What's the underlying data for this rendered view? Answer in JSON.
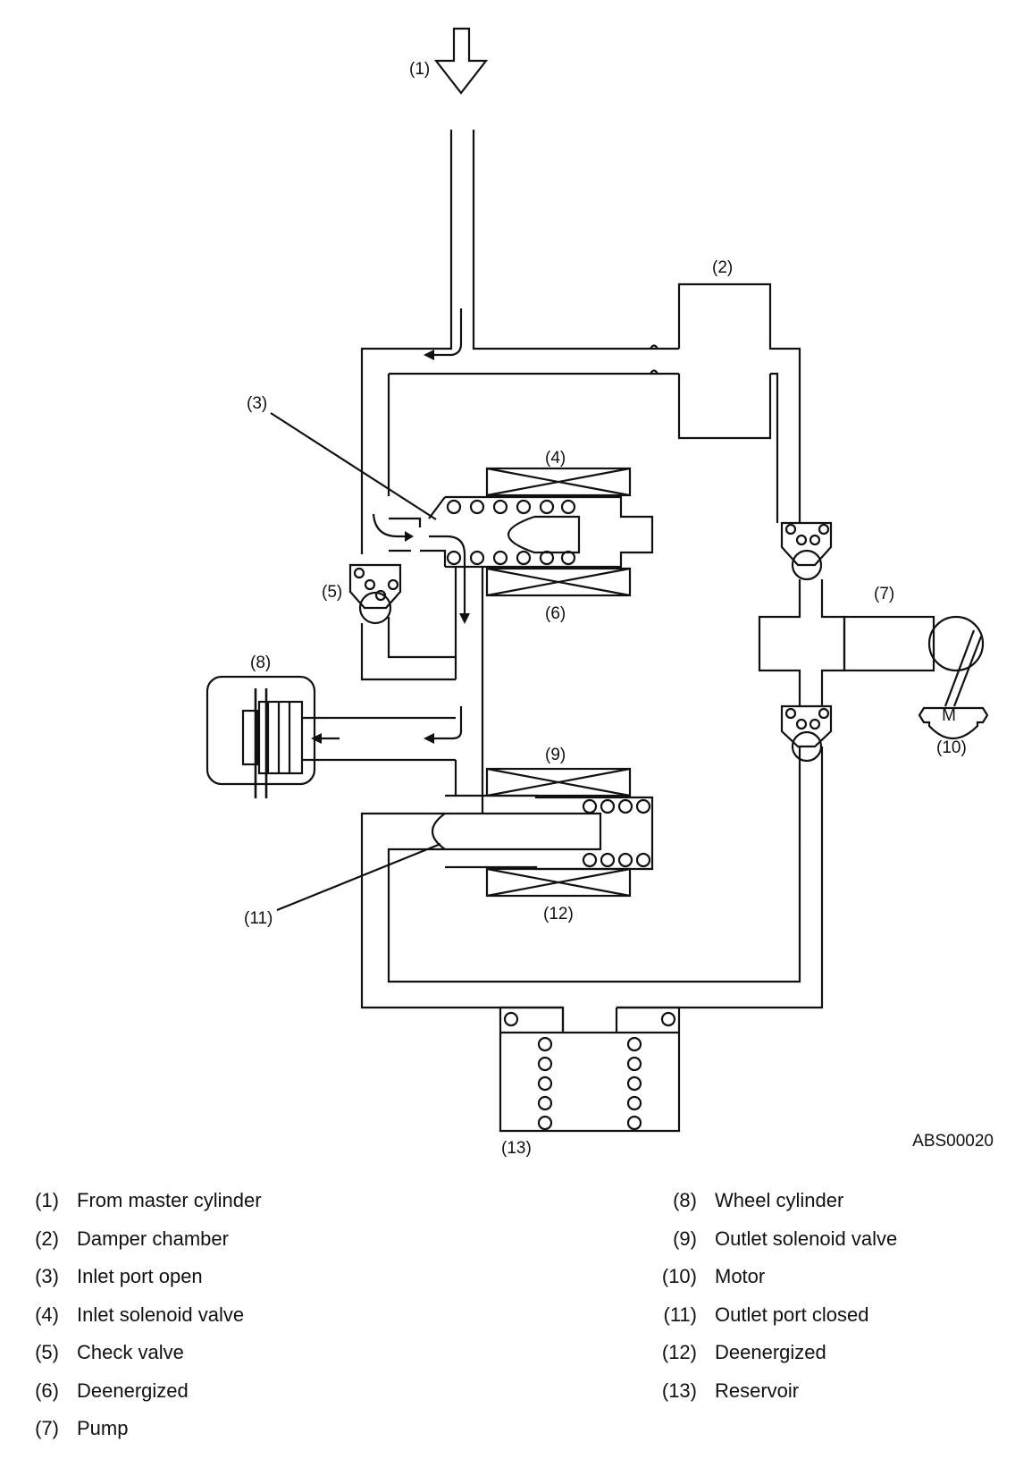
{
  "diagram": {
    "code": "ABS00020",
    "labels": {
      "l1": "(1)",
      "l2": "(2)",
      "l3": "(3)",
      "l4": "(4)",
      "l5": "(5)",
      "l6": "(6)",
      "l7": "(7)",
      "l8": "(8)",
      "l9": "(9)",
      "l10": "(10)",
      "l11": "(11)",
      "l12": "(12)",
      "l13": "(13)"
    },
    "motor_symbol": "M"
  },
  "legend": {
    "left": [
      {
        "num": "(1)",
        "text": "From master cylinder"
      },
      {
        "num": "(2)",
        "text": "Damper chamber"
      },
      {
        "num": "(3)",
        "text": "Inlet port open"
      },
      {
        "num": "(4)",
        "text": "Inlet solenoid valve"
      },
      {
        "num": "(5)",
        "text": "Check valve"
      },
      {
        "num": "(6)",
        "text": "Deenergized"
      },
      {
        "num": "(7)",
        "text": "Pump"
      }
    ],
    "right": [
      {
        "num": "(8)",
        "text": "Wheel cylinder"
      },
      {
        "num": "(9)",
        "text": "Outlet solenoid valve"
      },
      {
        "num": "(10)",
        "text": "Motor"
      },
      {
        "num": "(11)",
        "text": "Outlet port closed"
      },
      {
        "num": "(12)",
        "text": "Deenergized"
      },
      {
        "num": "(13)",
        "text": "Reservoir"
      }
    ]
  }
}
